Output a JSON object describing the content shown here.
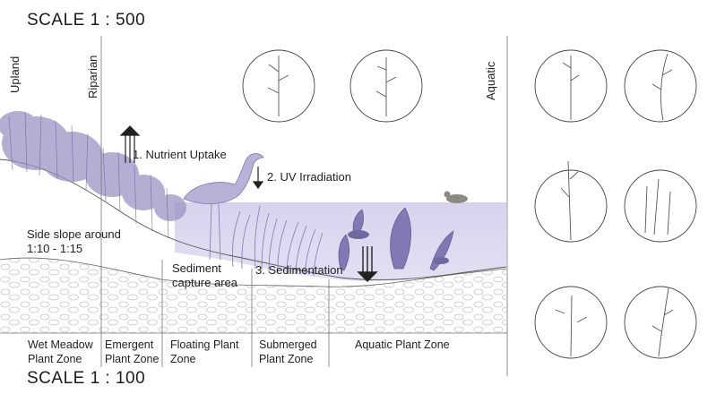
{
  "scales": {
    "top": "SCALE 1 : 500",
    "bottom": "SCALE 1 : 100"
  },
  "vertical_labels": {
    "upland": "Upland",
    "riparian": "Riparian",
    "aquatic": "Aquatic"
  },
  "processes": {
    "nutrient": "1. Nutrient Uptake",
    "uv": "2. UV Irradiation",
    "sedimentation": "3. Sedimentation"
  },
  "annotations": {
    "slope_line1": "Side slope around",
    "slope_line2": "1:10 - 1:15",
    "sediment_line1": "Sediment",
    "sediment_line2": "capture area"
  },
  "zones": [
    {
      "line1": "Wet Meadow",
      "line2": "Plant Zone"
    },
    {
      "line1": "Emergent",
      "line2": "Plant Zone"
    },
    {
      "line1": "Floating Plant",
      "line2": "Zone"
    },
    {
      "line1": "Submerged",
      "line2": "Plant Zone"
    },
    {
      "line1": "Aquatic Plant Zone",
      "line2": ""
    }
  ],
  "colors": {
    "water": "#d9d6ef",
    "plants": "#8c86b8",
    "ink": "#2a2a2a"
  },
  "plant_illustrations": [
    "plant-illustration-icon",
    "plant-illustration-icon",
    "plant-illustration-icon",
    "plant-illustration-icon",
    "plant-illustration-icon",
    "plant-illustration-icon",
    "plant-illustration-icon",
    "plant-illustration-icon"
  ]
}
